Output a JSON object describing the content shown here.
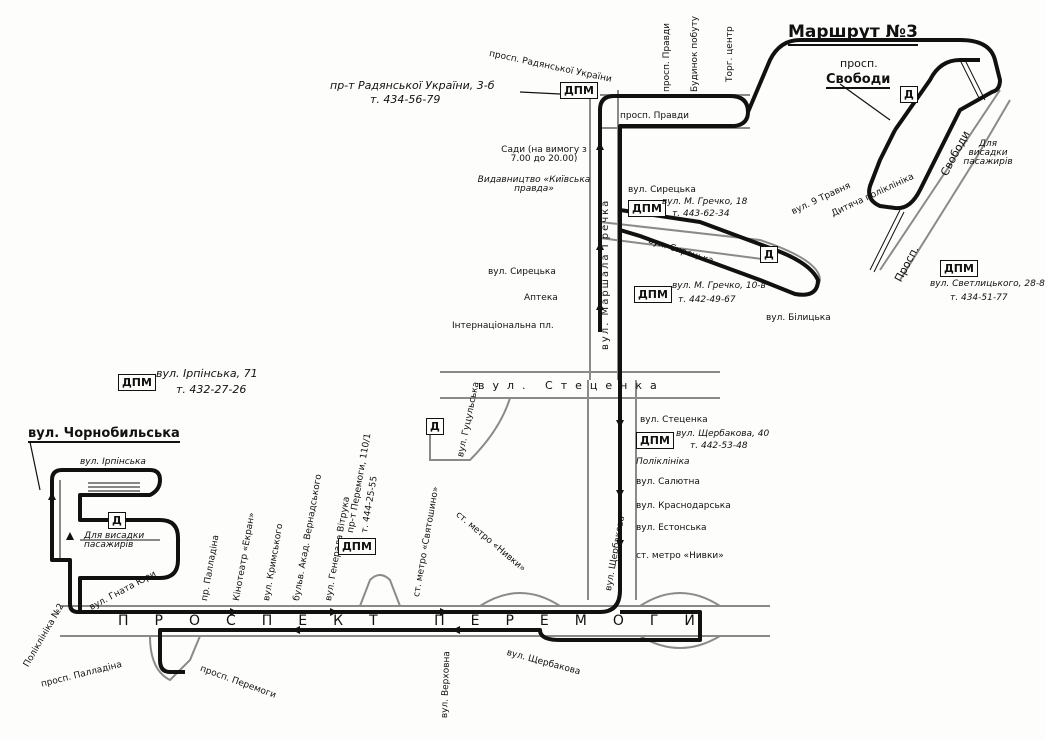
{
  "title": "Маршрут №3",
  "dpm_label": "ДПМ",
  "stop_marker": "Д",
  "colors": {
    "ink": "#111111",
    "road": "#8a8a8a",
    "paper": "#fdfdfb"
  },
  "addresses": {
    "radianskoi_ukrainy": "пр-т Радянської України, 3-б",
    "radianskoi_ukrainy_tel": "т. 434-56-79",
    "hrechko_18": "вул. М. Гречко, 18",
    "hrechko_18_tel": "т. 443-62-34",
    "hrechko_10": "вул. М. Гречко, 10-в",
    "hrechko_10_tel": "т. 442-49-67",
    "svetlytskoho": "вул. Светлицького, 28-8",
    "svetlytskoho_tel": "т. 434-51-77",
    "irpinska": "вул. Ірпінська, 71",
    "irpinska_tel": "т. 432-27-26",
    "scherbakova": "вул. Щербакова, 40",
    "scherbakova_tel": "т. 442-53-48",
    "peremohy": "пр-т Перемоги, 110/1",
    "peremohy_tel": "т. 444-25-55"
  },
  "labels": {
    "prosp_radianskoi": "просп. Радянської України",
    "prosp_pravdy": "просп. Правди",
    "prosp_pravdy_top": "просп. Правди",
    "rynok_pobutu": "Будинок побуту",
    "torg_tsentr": "Торг. центр",
    "prosp_svobody_small": "просп.",
    "prosp_svobody": "Свободи",
    "svobody_vertical": "Свободи",
    "prosp_bottom": "Просп.",
    "dlia_vysadky": "Для висадки пасажирів",
    "vul_9_travnia": "вул. 9 Травня",
    "dytiacha_poliklinika": "Дитяча поліклініка",
    "sady": "Сади (на вимогу з 7.00 до 20.00)",
    "vydavnytstvo": "Видавництво «Київська правда»",
    "vul_syretska_1": "вул. Сирецька",
    "vul_syretska_road": "вул. Сирецька",
    "vul_syretska_2": "вул. Сирецька",
    "apteka": "Аптека",
    "internatsionalna": "Інтернаціональна пл.",
    "vul_bilytska": "вул. Білицька",
    "vul_stetsenka_road": "вул. Стеценка",
    "vul_stetsenka": "вул. Стеценка",
    "vul_hulmykha": "вул. Гуцульська",
    "poliklinika": "Поліклініка",
    "vul_saliutna": "вул. Салютна",
    "vul_krasnodarska": "вул. Краснодарська",
    "vul_estonska": "вул. Естонська",
    "metro_nyvky": "ст. метро «Нивки»",
    "metro_nyvky_diag": "ст. метро «Нивки»",
    "marshala_hrechka": "вул. Маршала Гречка",
    "scherbakova_road": "вул. Щербакова",
    "scherbakova_bottom": "вул. Щербакова",
    "chornobylska": "вул. Чорнобильська",
    "irpinska_road": "вул. Ірпінська",
    "dlia_vysadky_left": "Для висадки пасажирів",
    "poliklinika_2": "Поліклініка №2",
    "pl_haharina": "вул. Гната Юри",
    "vul_paladina": "пр. Палладіна",
    "kinoteatr": "Кінотеатр «Екран»",
    "vul_krymskoho": "вул. Кримського",
    "bulv_vernadskoho": "бульв. Акад. Вернадського",
    "vul_vitruka": "вул. Генерала Вітрука",
    "metro_sviatoshyno": "ст. метро «Святошино»",
    "prospekt_peremohy_road": "ПРОСПЕКТ ПЕРЕМОГИ",
    "prosp_palladina": "просп. Палладіна",
    "prosp_peremohy_bottom": "просп. Перемоги",
    "vul_verkhovna": "вул. Верховна"
  }
}
